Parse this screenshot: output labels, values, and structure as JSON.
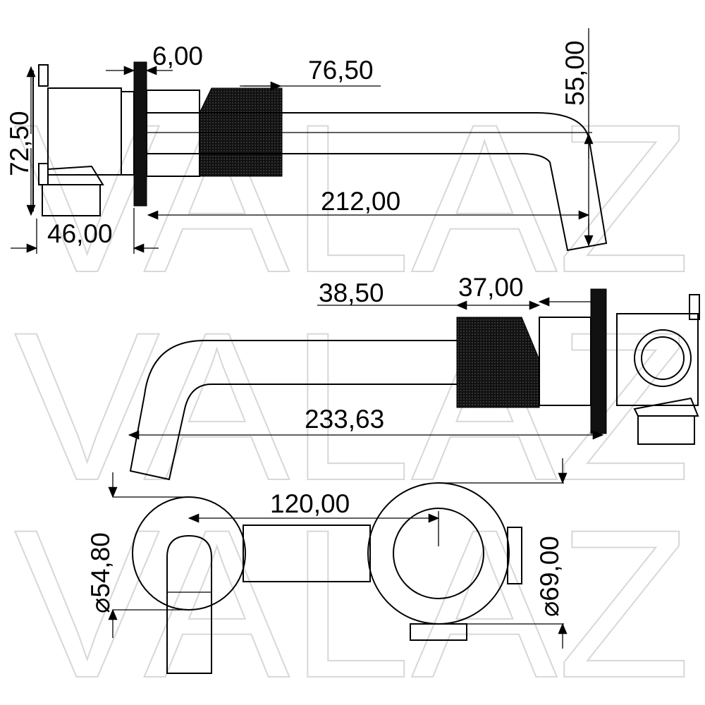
{
  "watermark": "VALAZ",
  "top_view": {
    "dims": {
      "plate": "6,00",
      "handle": "76,50",
      "height": "55,00",
      "body": "72,50",
      "spout": "212,00",
      "depth": "46,00"
    }
  },
  "side_view": {
    "dims": {
      "a": "38,50",
      "b": "37,00",
      "total": "233,63"
    }
  },
  "front_view": {
    "dims": {
      "spacing": "120,00",
      "left_dia": "⌀54,80",
      "right_dia": "⌀69,00"
    }
  },
  "colors": {
    "line": "#000000",
    "watermark": "#d8d8d8"
  }
}
